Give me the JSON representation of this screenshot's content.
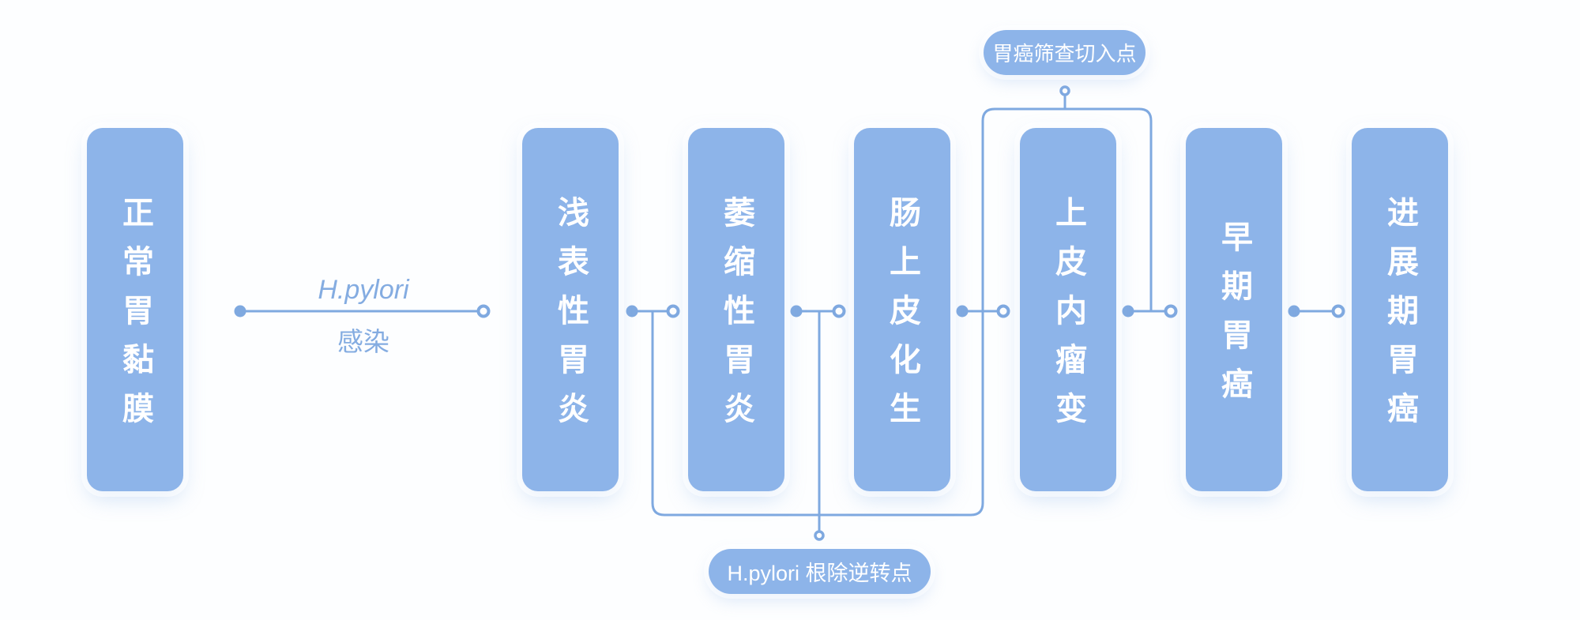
{
  "diagram": {
    "type": "progression-flowchart",
    "topic": "gastric cancer progression (Correa cascade)"
  },
  "colors": {
    "node_fill": "#8DB4E9",
    "connector_line": "#7FA9E0",
    "edge_label_text": "#84ACE1",
    "node_text": "#FFFFFF",
    "background": "#FDFEFF"
  },
  "stages": [
    {
      "label": "正常胃黏膜"
    },
    {
      "label": "浅表性胃炎"
    },
    {
      "label": "萎缩性胃炎"
    },
    {
      "label": "肠上皮化生"
    },
    {
      "label": "上皮内瘤变"
    },
    {
      "label": "早期胃癌"
    },
    {
      "label": "进展期胃癌"
    }
  ],
  "hpylori_edge": {
    "line1": "H.pylori",
    "line2": "感染"
  },
  "callouts": {
    "screening": {
      "label": "胃癌筛查切入点"
    },
    "eradication": {
      "label": "H.pylori 根除逆转点"
    }
  }
}
